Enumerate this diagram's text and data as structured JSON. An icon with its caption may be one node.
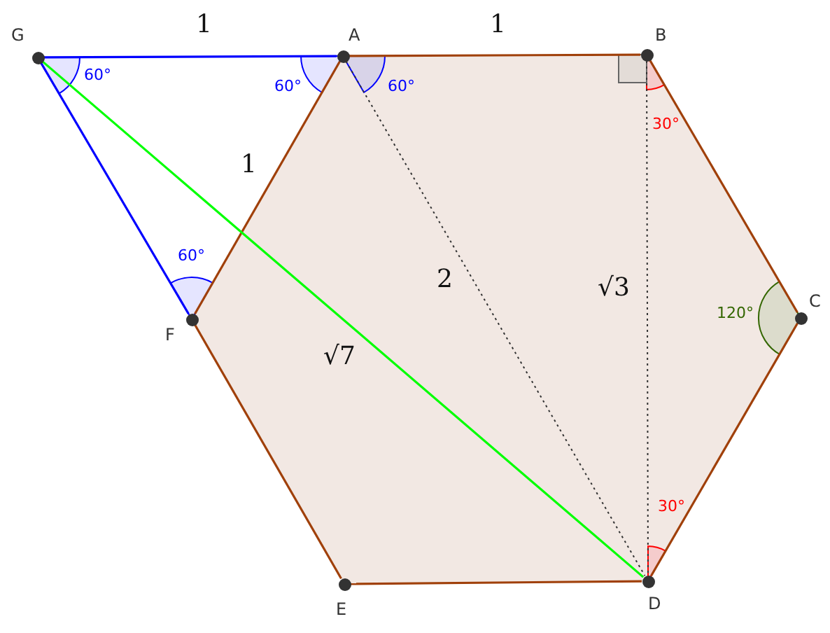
{
  "diagram": {
    "nodes": [
      {
        "text": [
          "G"
        ]
      },
      {
        "text": [
          "A"
        ]
      },
      {
        "text": [
          "B"
        ]
      },
      {
        "text": [
          "C"
        ]
      },
      {
        "text": [
          "D"
        ]
      },
      {
        "text": [
          "E"
        ]
      },
      {
        "text": [
          "F"
        ]
      }
    ],
    "edges": [
      {
        "from": 0,
        "to": 1,
        "arrow": "none",
        "label": "1",
        "color": "#0000ff"
      },
      {
        "from": 1,
        "to": 2,
        "arrow": "none",
        "label": "1"
      },
      {
        "from": 2,
        "to": 3,
        "arrow": "none"
      },
      {
        "from": 3,
        "to": 4,
        "arrow": "none"
      },
      {
        "from": 4,
        "to": 5,
        "arrow": "none"
      },
      {
        "from": 5,
        "to": 6,
        "arrow": "none"
      },
      {
        "from": 6,
        "to": 1,
        "arrow": "none",
        "label": "1"
      },
      {
        "from": 0,
        "to": 6,
        "arrow": "none",
        "color": "#0000ff"
      },
      {
        "from": 0,
        "to": 4,
        "arrow": "none",
        "label": "√7",
        "color": "#00ff00"
      },
      {
        "from": 1,
        "to": 4,
        "arrow": "none",
        "label": "2",
        "style": "dashed",
        "color": "#333333"
      },
      {
        "from": 2,
        "to": 4,
        "arrow": "none",
        "label": "√3",
        "style": "dashed",
        "color": "#333333"
      }
    ],
    "labels": [
      "60°",
      "60°",
      "60°",
      "30°",
      "60°",
      "120°",
      "30°"
    ]
  }
}
